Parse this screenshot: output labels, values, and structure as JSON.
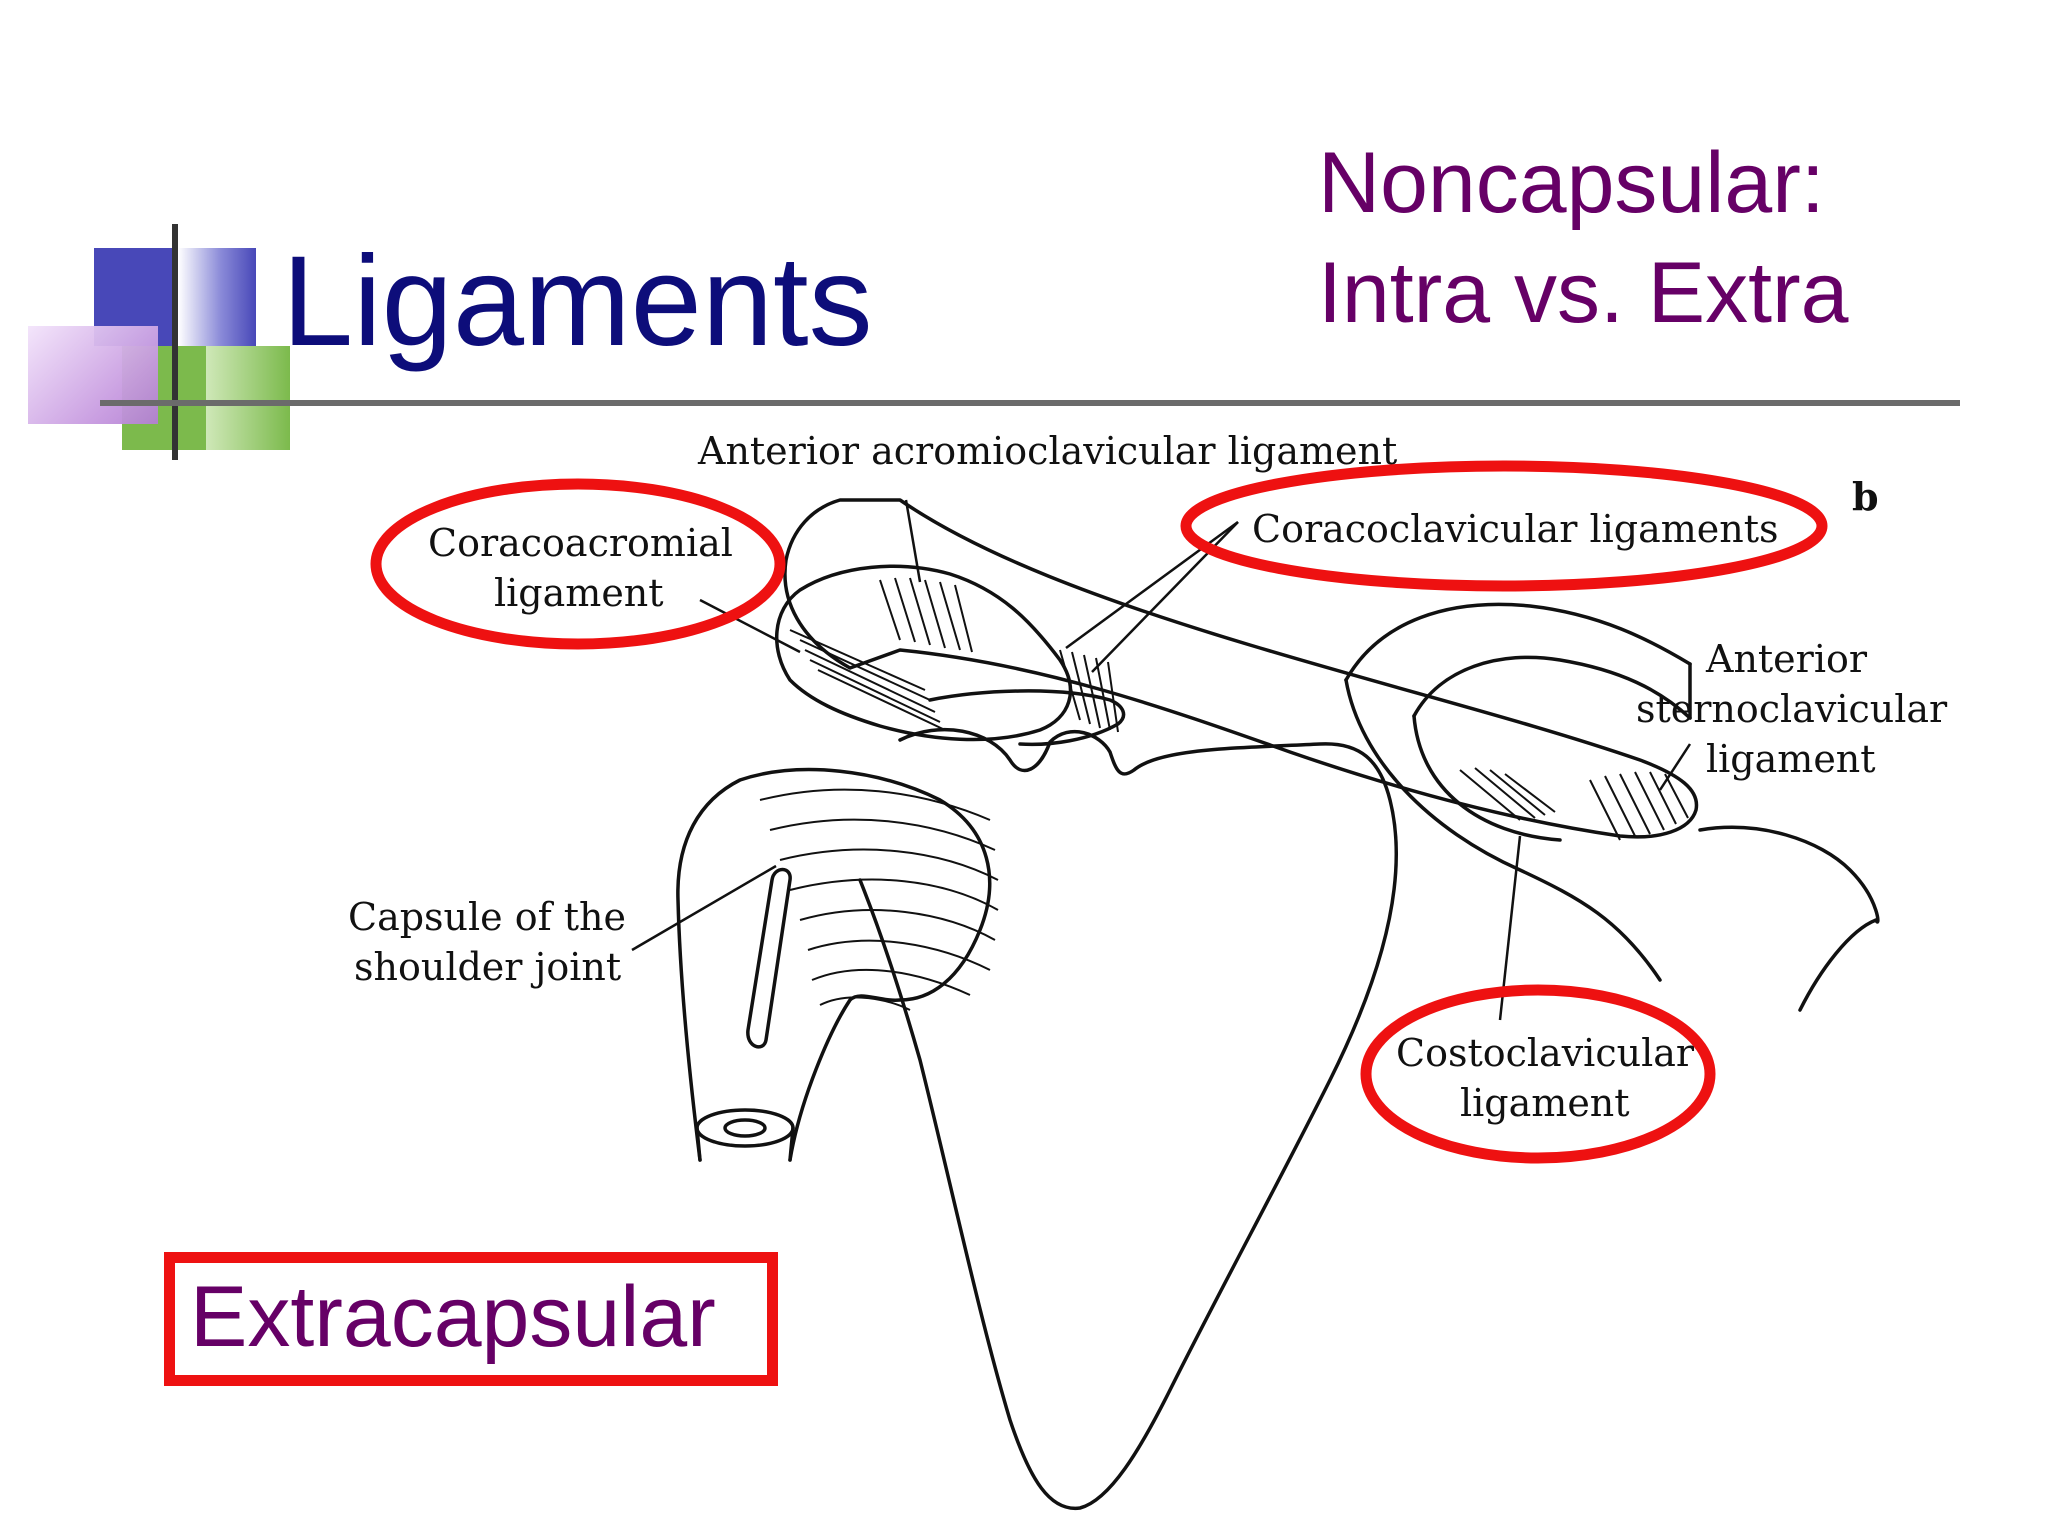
{
  "slide": {
    "title": "Ligaments",
    "subtitle_line1": "Noncapsular:",
    "subtitle_line2": "Intra vs. Extra",
    "extracapsular_label": "Extracapsular",
    "colors": {
      "title": "#0d0d7a",
      "subtitle": "#660066",
      "highlight": "#ee1111",
      "deco_blue": "#4848b8",
      "deco_green": "#7cba4c",
      "deco_violet": "#c79ae0"
    }
  },
  "diagram": {
    "panel_letter": "b",
    "labels": {
      "anterior_acromioclavicular": "Anterior acromioclavicular ligament",
      "coracoacromial_line1": "Coracoacromial",
      "coracoacromial_line2": "ligament",
      "coracoclavicular": "Coracoclavicular ligaments",
      "anterior_sternoclavicular_line1": "Anterior",
      "anterior_sternoclavicular_line2": "sternoclavicular",
      "anterior_sternoclavicular_line3": "ligament",
      "capsule_line1": "Capsule of the",
      "capsule_line2": "shoulder joint",
      "costoclavicular_line1": "Costoclavicular",
      "costoclavicular_line2": "ligament"
    }
  }
}
